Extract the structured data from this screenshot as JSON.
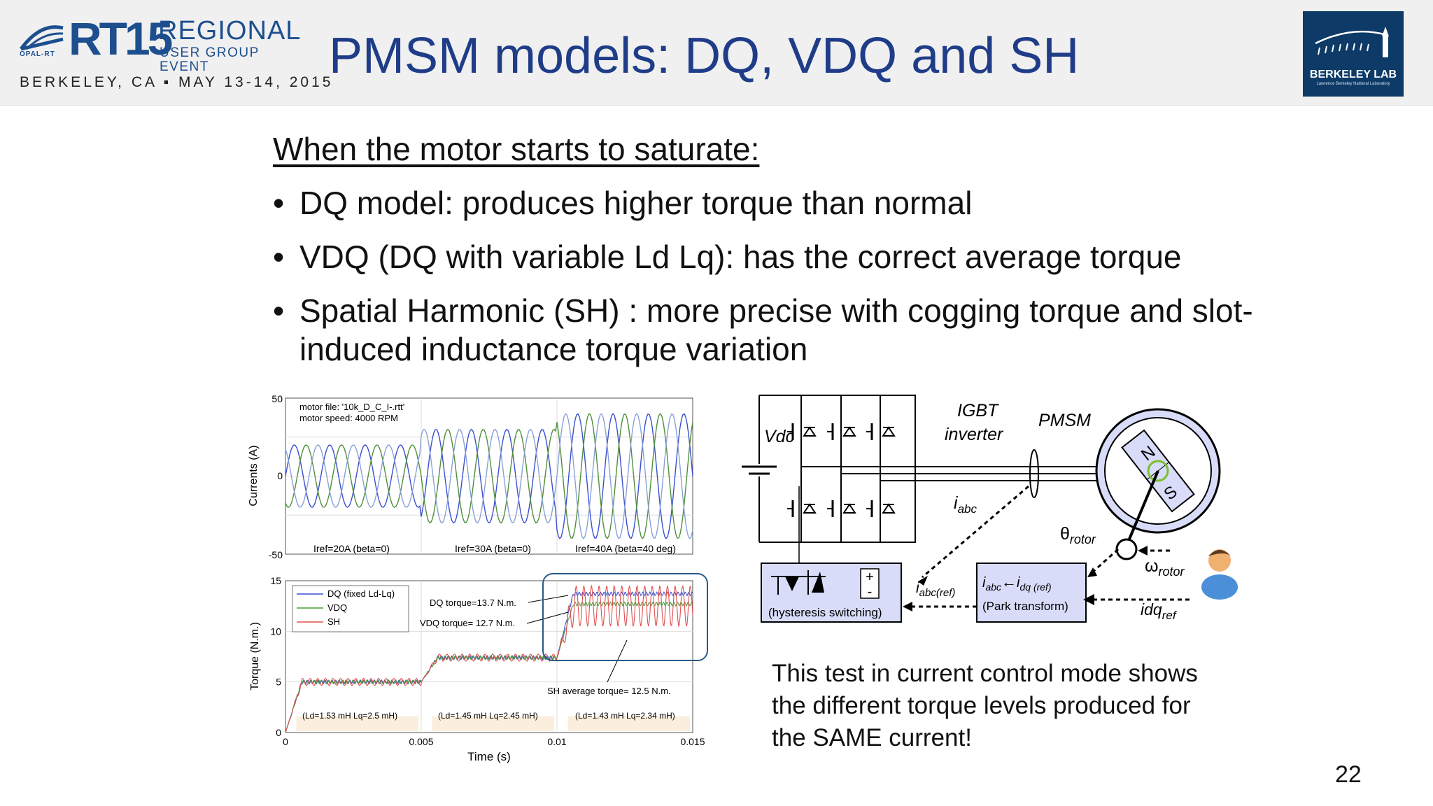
{
  "header": {
    "rt15_brand": "RT15",
    "rt15_regional": "REGIONAL",
    "rt15_user_group": "USER GROUP EVENT",
    "rt15_location_date": "BERKELEY, CA ▪ MAY 13-14, 2015",
    "opal_rt": "OPAL-RT",
    "title": "PMSM models: DQ, VDQ and SH",
    "berkeley_lab": "BERKELEY LAB",
    "berkeley_lab_sub": "Lawrence Berkeley National Laboratory"
  },
  "body": {
    "subheading": "When the motor starts to saturate:",
    "bullets": [
      "DQ model: produces higher torque than normal",
      "VDQ (DQ with variable Ld Lq):  has the correct average torque",
      "Spatial Harmonic (SH) : more precise with cogging torque and slot-induced inductance torque variation"
    ],
    "note": "This test in current control mode shows the different torque levels produced for the SAME current!",
    "page_number": "22"
  },
  "currents_plot": {
    "ylabel": "Currents (A)",
    "yticks": [
      "50",
      "0",
      "-50"
    ],
    "annotation_file": "motor file: '10k_D_C_I-.rtt'",
    "annotation_speed": "motor speed: 4000 RPM",
    "segment_labels": [
      "Iref=20A (beta=0)",
      "Iref=30A (beta=0)",
      "Iref=40A (beta=40 deg)"
    ],
    "colors": [
      "#3a4fd0",
      "#4f8f3a",
      "#8aa0d8"
    ]
  },
  "chart_data": {
    "type": "line",
    "xlabel": "Time (s)",
    "ylabel": "Torque (N.m.)",
    "xlim": [
      0,
      0.015
    ],
    "ylim": [
      0,
      15
    ],
    "xticks": [
      "0",
      "0.005",
      "0.01",
      "0.015"
    ],
    "yticks": [
      "0",
      "5",
      "10",
      "15"
    ],
    "legend": [
      "DQ (fixed Ld-Lq)",
      "VDQ",
      "SH"
    ],
    "legend_placement": "top-left",
    "series": [
      {
        "name": "DQ (fixed Ld-Lq)",
        "color": "#3a4fd0",
        "levels": [
          5.0,
          7.4,
          13.7
        ]
      },
      {
        "name": "VDQ",
        "color": "#4f9a3a",
        "levels": [
          5.0,
          7.4,
          12.7
        ]
      },
      {
        "name": "SH",
        "color": "#e05050",
        "levels": [
          5.0,
          7.4,
          12.5
        ]
      }
    ],
    "annotations": [
      "DQ torque=13.7 N.m.",
      "VDQ torque= 12.7 N.m.",
      "SH average torque= 12.5 N.m."
    ],
    "inductance_labels": [
      "(Ld=1.53 mH Lq=2.5 mH)",
      "(Ld=1.45 mH Lq=2.45 mH)",
      "(Ld=1.43 mH Lq=2.34 mH)"
    ]
  },
  "circuit": {
    "vdc": "Vdc",
    "igbt": "IGBT",
    "inverter": "inverter",
    "pmsm": "PMSM",
    "iabc_main": "i",
    "iabc_sub": "abc",
    "theta": "θ",
    "theta_sub": "rotor",
    "omega": "ω",
    "omega_sub": "rotor",
    "iabc_ref_i": "i",
    "iabc_ref_sub": "abc(ref)",
    "park_line1_a": "i",
    "park_line1_a_sub": "abc",
    "park_arrow": "←",
    "park_line1_b": "i",
    "park_line1_b_sub": "dq (ref)",
    "park_line2": "(Park transform)",
    "hyst": "(hysteresis switching)",
    "idq": "idq",
    "idq_sub": "ref",
    "north": "N",
    "south": "S",
    "plus": "+",
    "minus": "-"
  }
}
